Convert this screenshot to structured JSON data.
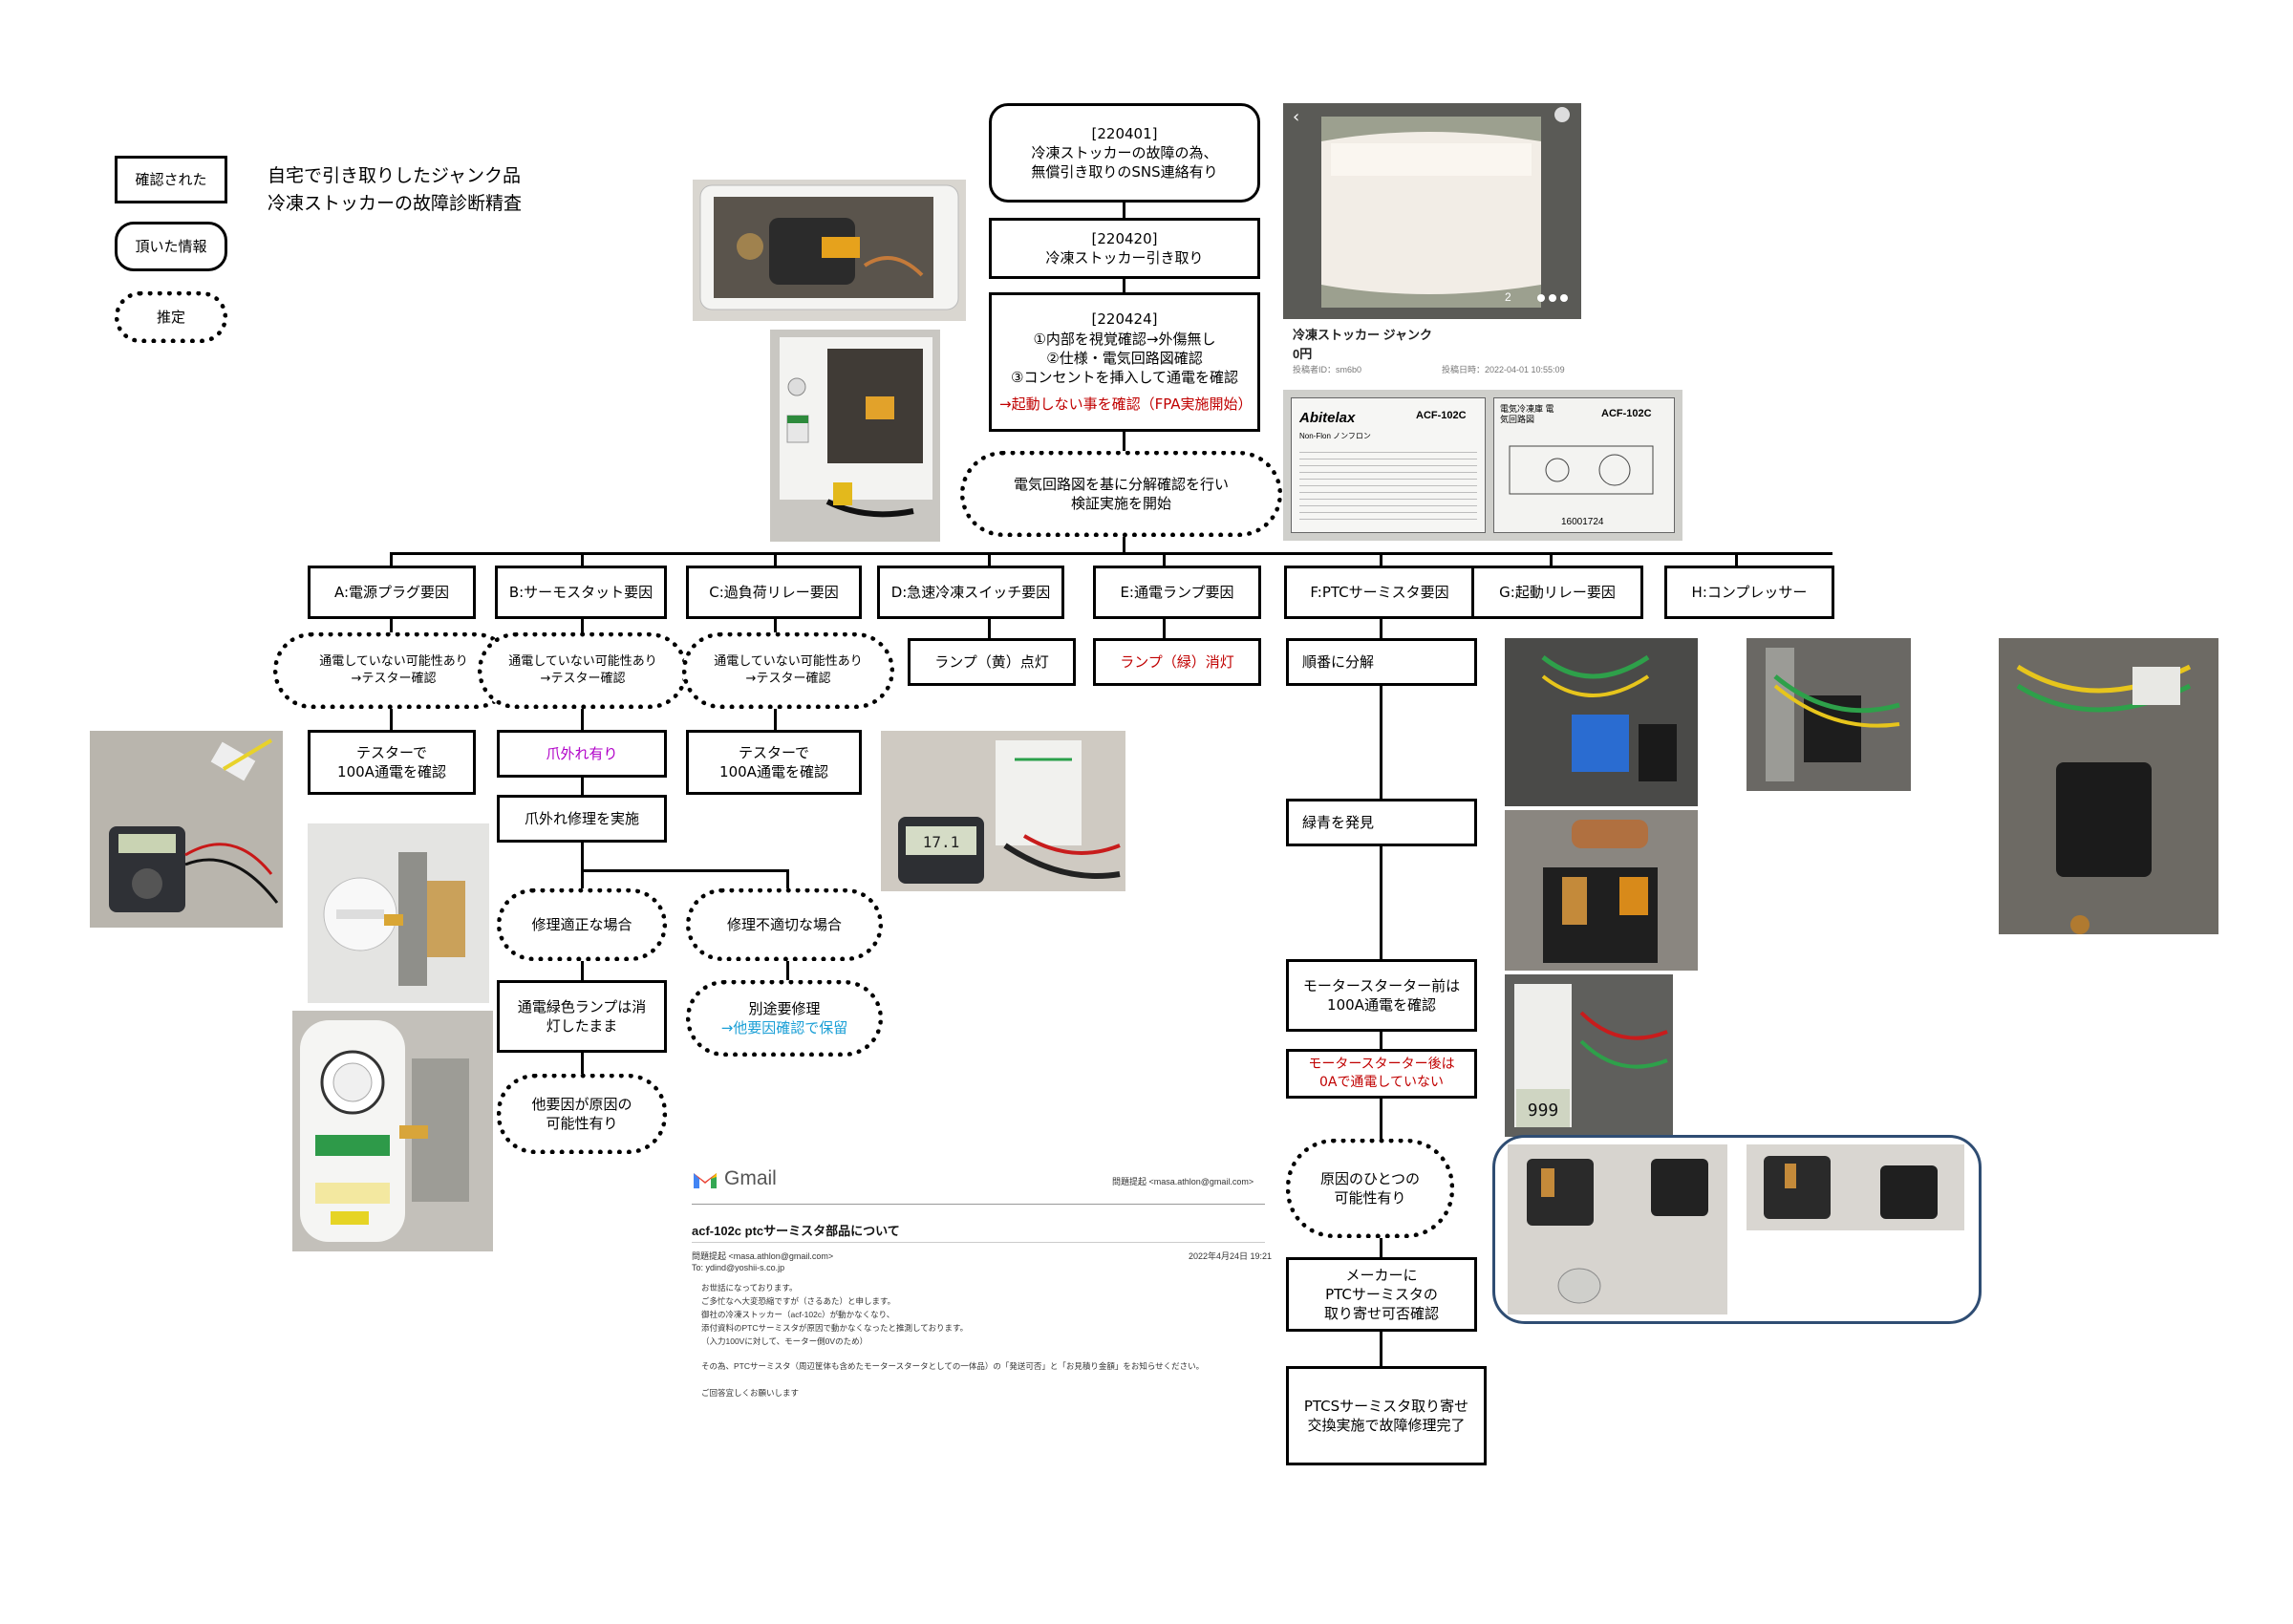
{
  "legend": {
    "confirmed": "確認された",
    "received": "頂いた情報",
    "estimated": "推定"
  },
  "title": {
    "line1": "自宅で引き取りしたジャンク品",
    "line2": "冷凍ストッカーの故障診断精査"
  },
  "timeline": {
    "t1": [
      "[220401]",
      "冷凍ストッカーの故障の為、",
      "無償引き取りのSNS連絡有り"
    ],
    "t2": [
      "[220420]",
      "冷凍ストッカー引き取り"
    ],
    "t3": [
      "[220424]",
      "①内部を視覚確認→外傷無し",
      "②仕様・電気回路図確認",
      "③コンセントを挿入して通電を確認"
    ],
    "t3_red": "→起動しない事を確認（FPA実施開始）",
    "t4": [
      "電気回路図を基に分解確認を行い",
      "検証実施を開始"
    ]
  },
  "causes": {
    "a": "A:電源プラグ要因",
    "b": "B:サーモスタット要因",
    "c": "C:過負荷リレー要因",
    "d": "D:急速冷凍スイッチ要因",
    "e": "E:通電ランプ要因",
    "f": "F:PTCサーミスタ要因",
    "g": "G:起動リレー要因",
    "h": "H:コンプレッサー"
  },
  "nodes": {
    "a1": [
      "通電していない可能性あり",
      "→テスター確認"
    ],
    "a2": [
      "テスターで",
      "100A通電を確認"
    ],
    "b1": [
      "通電していない可能性あり",
      "→テスター確認"
    ],
    "b2": "爪外れ有り",
    "b3": "爪外れ修理を実施",
    "b4": "修理適正な場合",
    "b5": "修理不適切な場合",
    "b6": [
      "通電緑色ランプは消",
      "灯したまま"
    ],
    "b7": [
      "他要因が原因の",
      "可能性有り"
    ],
    "b8a": "別途要修理",
    "b8b": "→他要因確認で保留",
    "c1": [
      "通電していない可能性あり",
      "→テスター確認"
    ],
    "c2": [
      "テスターで",
      "100A通電を確認"
    ],
    "d1": "ランプ（黄）点灯",
    "e1": "ランプ（緑）消灯",
    "f1": "順番に分解",
    "f2": "緑青を発見",
    "f3": [
      "モータースターター前は",
      "100A通電を確認"
    ],
    "f4": [
      "モータースターター後は",
      "0Aで通電していない"
    ],
    "f5": [
      "原因のひとつの",
      "可能性有り"
    ],
    "f6": [
      "メーカーに",
      "PTCサーミスタの",
      "取り寄せ可否確認"
    ],
    "f7": [
      "PTCSサーミスタ取り寄せ",
      "交換実施で故障修理完了"
    ]
  },
  "listing": {
    "title": "冷凍ストッカー ジャンク",
    "price": "0円",
    "seller": "投稿者ID：sm6b0",
    "date": "投稿日時：2022-04-01 10:55:09",
    "page": "2"
  },
  "label_plate": {
    "brand": "Abitelax",
    "model": "ACF-102C",
    "model2": "ACF-102C",
    "header": "電気冷凍庫 電気回路図",
    "serial": "16001724",
    "sub": "Non-Flon ノンフロン"
  },
  "meter_reading": "999",
  "meter_reading2": "17.1",
  "gmail": {
    "logo": "Gmail",
    "from_top": "問題提起 <masa.athlon@gmail.com>",
    "subject": "acf-102c ptcサーミスタ部品について",
    "from": "問題提起 <masa.athlon@gmail.com>",
    "to": "To: ydind@yoshii-s.co.jp",
    "date": "2022年4月24日 19:21",
    "body": [
      "お世話になっております。",
      "ご多忙なへ大変恐縮ですが（さるあた）と申します。",
      "御社の冷凍ストッカー（acf-102c）が動かなくなり、",
      "添付資料のPTCサーミスタが原因で動かなくなったと推測しております。",
      "（入力100Vに対して、モーター側0Vのため）",
      "",
      "その為、PTCサーミスタ（周辺筐体も含めたモータースタータとしての一体品）の「発送可否」と「お見積り金額」をお知らせください。",
      "",
      "ご回答宜しくお願いします"
    ]
  }
}
